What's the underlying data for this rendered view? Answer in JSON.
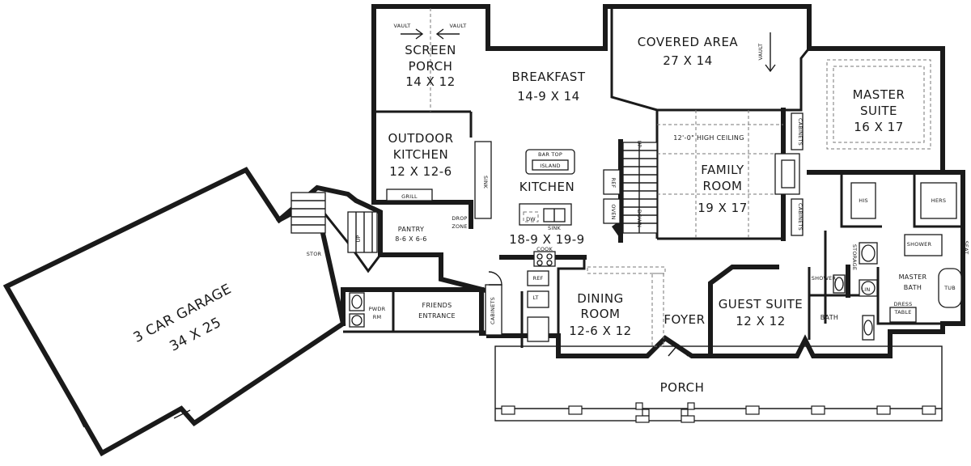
{
  "rooms": {
    "screen_porch": {
      "line1": "SCREEN",
      "line2": "PORCH",
      "dims": "14 X 12"
    },
    "breakfast": {
      "name": "BREAKFAST",
      "dims": "14-9 X 14"
    },
    "covered_area": {
      "name": "COVERED AREA",
      "dims": "27 X 14"
    },
    "master_suite": {
      "line1": "MASTER",
      "line2": "SUITE",
      "dims": "16 X 17"
    },
    "outdoor_kitchen": {
      "line1": "OUTDOOR",
      "line2": "KITCHEN",
      "dims": "12 X 12-6"
    },
    "kitchen": {
      "name": "KITCHEN",
      "dims": "18-9 X 19-9"
    },
    "family_room": {
      "line1": "FAMILY",
      "line2": "ROOM",
      "dims": "19 X 17"
    },
    "pantry": {
      "name": "PANTRY",
      "dims": "8-6 X 6-6"
    },
    "garage": {
      "name": "3 CAR GARAGE",
      "dims": "34 X 25"
    },
    "dining_room": {
      "line1": "DINING",
      "line2": "ROOM",
      "dims": "12-6 X 12"
    },
    "foyer": {
      "name": "FOYER"
    },
    "guest_suite": {
      "name": "GUEST SUITE",
      "dims": "12 X 12"
    },
    "master_bath": {
      "line1": "MASTER",
      "line2": "BATH"
    },
    "porch": {
      "name": "PORCH"
    },
    "friends_entrance": {
      "line1": "FRIENDS",
      "line2": "ENTRANCE"
    },
    "bath": {
      "name": "BATH"
    }
  },
  "small_labels": {
    "vault": "VAULT",
    "high_ceiling": "12'-0\" HIGH CEILING",
    "cabinets": "CABINETS",
    "bar_top": "BAR TOP",
    "island": "ISLAND",
    "grill": "GRILL",
    "sink": "SINK",
    "drop": "DROP",
    "zone": "ZONE",
    "dw": "DW",
    "cook": "COOK",
    "ref": "REF",
    "oven": "OVEN",
    "down": "DOWN",
    "up": "UP",
    "stor": "STOR",
    "pwdr": "PWDR",
    "rm": "RM",
    "lt": "LT",
    "his": "HIS",
    "hers": "HERS",
    "shower": "SHOWER",
    "seat": "SEAT",
    "storage": "STORAGE",
    "lin": "LIN",
    "tub": "TUB",
    "dress": "DRESS",
    "table": "TABLE"
  }
}
